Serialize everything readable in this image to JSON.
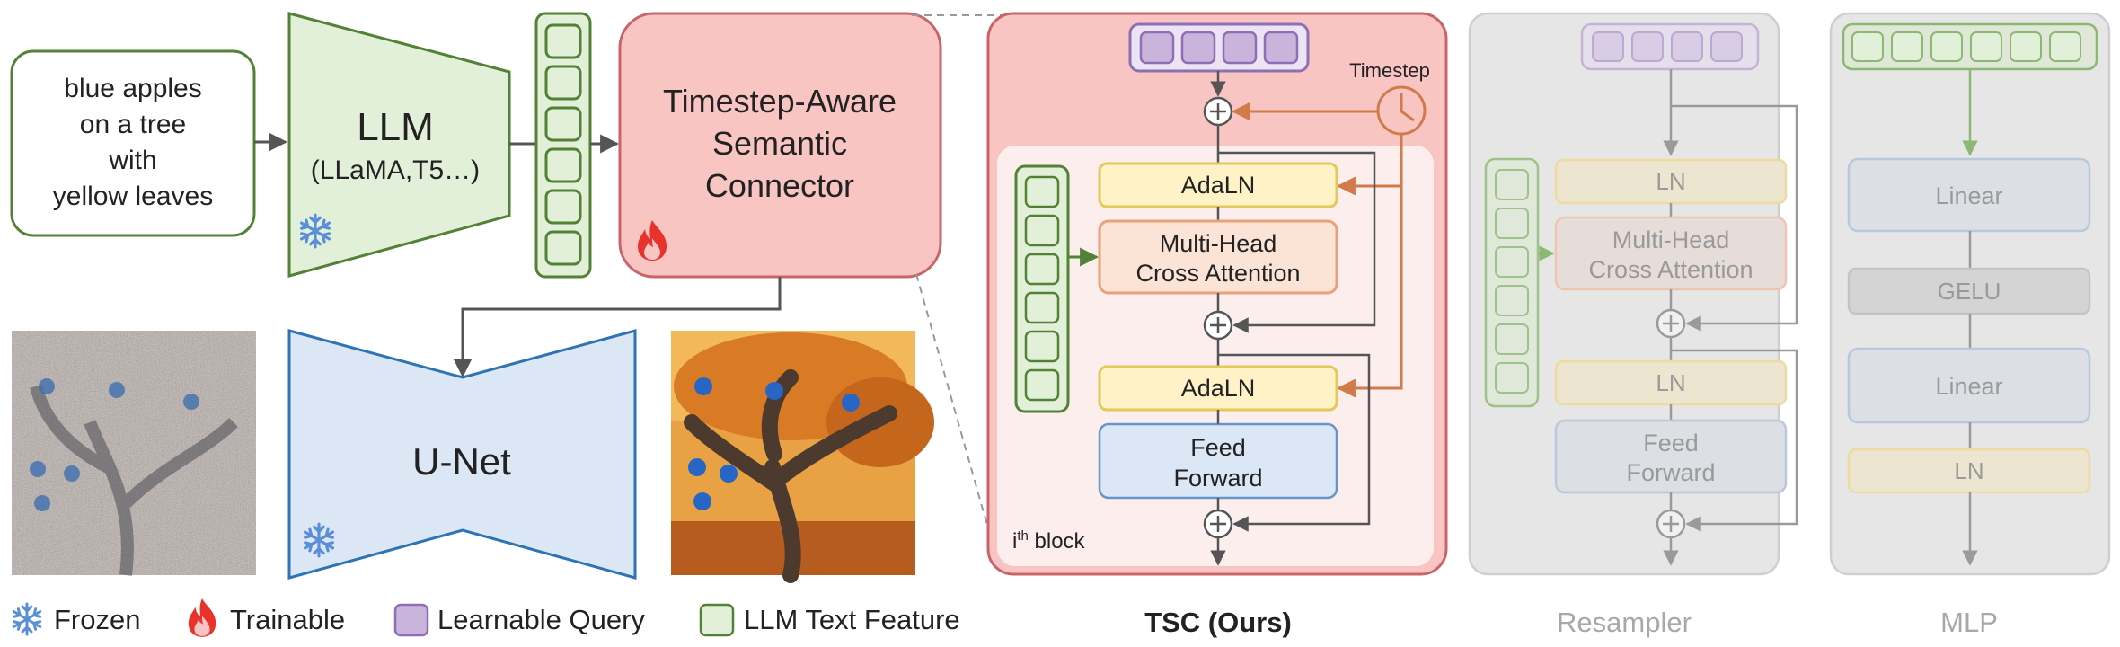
{
  "prompt": {
    "lines": [
      "blue apples",
      "on a tree",
      "with",
      "yellow leaves"
    ]
  },
  "llm": {
    "title": "LLM",
    "subtitle": "(LLaMA,T5…)"
  },
  "connector": {
    "lines": [
      "Timestep-Aware",
      "Semantic",
      "Connector"
    ]
  },
  "unet": {
    "label": "U-Net"
  },
  "tsc": {
    "timestep": "Timestep",
    "adaln": "AdaLN",
    "cross_attention": [
      "Multi-Head",
      "Cross Attention"
    ],
    "feed_forward": [
      "Feed",
      "Forward"
    ],
    "block_base": "i",
    "block_sup": "th",
    "block_rest": " block",
    "caption": "TSC (Ours)"
  },
  "resampler": {
    "ln": "LN",
    "cross_attention": [
      "Multi-Head",
      "Cross Attention"
    ],
    "feed_forward": [
      "Feed",
      "Forward"
    ],
    "caption": "Resampler"
  },
  "mlp": {
    "linear": "Linear",
    "gelu": "GELU",
    "ln": "LN",
    "caption": "MLP"
  },
  "legend": {
    "frozen": "Frozen",
    "trainable": "Trainable",
    "learnable_query": "Learnable Query",
    "llm_text_feature": "LLM Text Feature"
  },
  "colors": {
    "green": "#538135",
    "green_fill": "#e2efd9",
    "pink_fill": "#f9c5c3",
    "pink_border": "#c8656b",
    "blue_fill": "#dce7f5",
    "blue_border": "#2e74b5",
    "purple_fill": "#c9b5dc",
    "purple_border": "#8e6fb5",
    "yellow_fill": "#fff2c6",
    "yellow_border": "#e3c85a",
    "orange_fill": "#fbe3d5",
    "orange_border": "#e8a27a",
    "arrow_orange": "#d07b4a",
    "grey_panel": "#e6e6e6"
  },
  "icons": [
    "snowflake-icon",
    "fire-icon",
    "clock-icon"
  ]
}
